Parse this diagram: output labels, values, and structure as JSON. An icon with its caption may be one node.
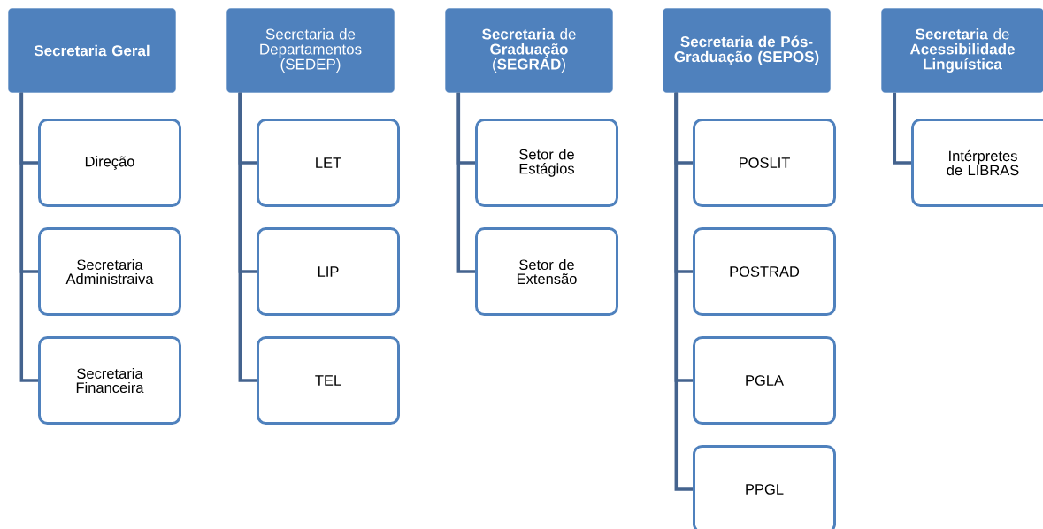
{
  "diagram": {
    "nodes": [
      {
        "text": [
          "Secretaria Geral"
        ]
      },
      {
        "text": [
          "Direção"
        ]
      },
      {
        "text": [
          "Secretaria Administraiva"
        ]
      },
      {
        "text": [
          "Secretaria Financeira"
        ]
      },
      {
        "text": [
          "Secretaria de Departamentos (SEDEP)"
        ]
      },
      {
        "text": [
          "LET"
        ]
      },
      {
        "text": [
          "LIP"
        ]
      },
      {
        "text": [
          "TEL"
        ]
      },
      {
        "text": [
          "**Secretaria** de **Graduação** (**SEGRAD**)"
        ]
      },
      {
        "text": [
          "Setor de Estágios"
        ]
      },
      {
        "text": [
          "Setor de Extensão"
        ]
      },
      {
        "text": [
          "Secretaria de Pós-Graduação (SEPOS)"
        ]
      },
      {
        "text": [
          "POSLIT"
        ]
      },
      {
        "text": [
          "POSTRAD"
        ]
      },
      {
        "text": [
          "PGLA"
        ]
      },
      {
        "text": [
          "PPGL"
        ]
      },
      {
        "text": [
          "**Secretaria** de **Acessibilidade Linguística**"
        ]
      },
      {
        "text": [
          "Intérpretes de LIBRAS"
        ]
      }
    ],
    "edges": [
      {
        "from": 0,
        "to": 1,
        "arrow": "none"
      },
      {
        "from": 0,
        "to": 2,
        "arrow": "none"
      },
      {
        "from": 0,
        "to": 3,
        "arrow": "none"
      },
      {
        "from": 4,
        "to": 5,
        "arrow": "none"
      },
      {
        "from": 4,
        "to": 6,
        "arrow": "none"
      },
      {
        "from": 4,
        "to": 7,
        "arrow": "none"
      },
      {
        "from": 8,
        "to": 9,
        "arrow": "none"
      },
      {
        "from": 8,
        "to": 10,
        "arrow": "none"
      },
      {
        "from": 11,
        "to": 12,
        "arrow": "none"
      },
      {
        "from": 11,
        "to": 13,
        "arrow": "none"
      },
      {
        "from": 11,
        "to": 14,
        "arrow": "none"
      },
      {
        "from": 11,
        "to": 15,
        "arrow": "none"
      },
      {
        "from": 16,
        "to": 17,
        "arrow": "none"
      }
    ]
  }
}
